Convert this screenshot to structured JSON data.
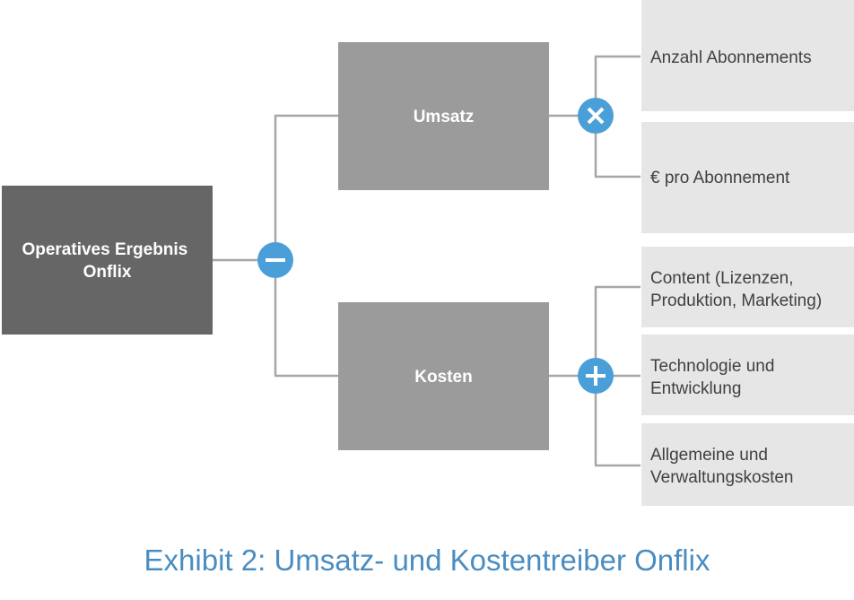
{
  "root": {
    "line1": "Operatives Ergebnis",
    "line2": "Onflix"
  },
  "operators": {
    "root": "minus",
    "umsatz": "times",
    "kosten": "plus"
  },
  "umsatz": {
    "label": "Umsatz",
    "leaves": [
      {
        "line1": "Anzahl Abonnements"
      },
      {
        "line1": "€ pro Abonnement"
      }
    ]
  },
  "kosten": {
    "label": "Kosten",
    "leaves": [
      {
        "line1": "Content (Lizenzen,",
        "line2": "Produktion, Marketing)"
      },
      {
        "line1": "Technologie und",
        "line2": "Entwicklung"
      },
      {
        "line1": "Allgemeine und",
        "line2": "Verwaltungskosten"
      }
    ]
  },
  "caption": "Exhibit 2: Umsatz- und Kostentreiber Onflix",
  "colors": {
    "root_box": "#666666",
    "branch_box": "#9b9b9b",
    "leaf_box": "#e6e6e6",
    "operator": "#4a9fd9",
    "caption": "#4a8dc1"
  }
}
